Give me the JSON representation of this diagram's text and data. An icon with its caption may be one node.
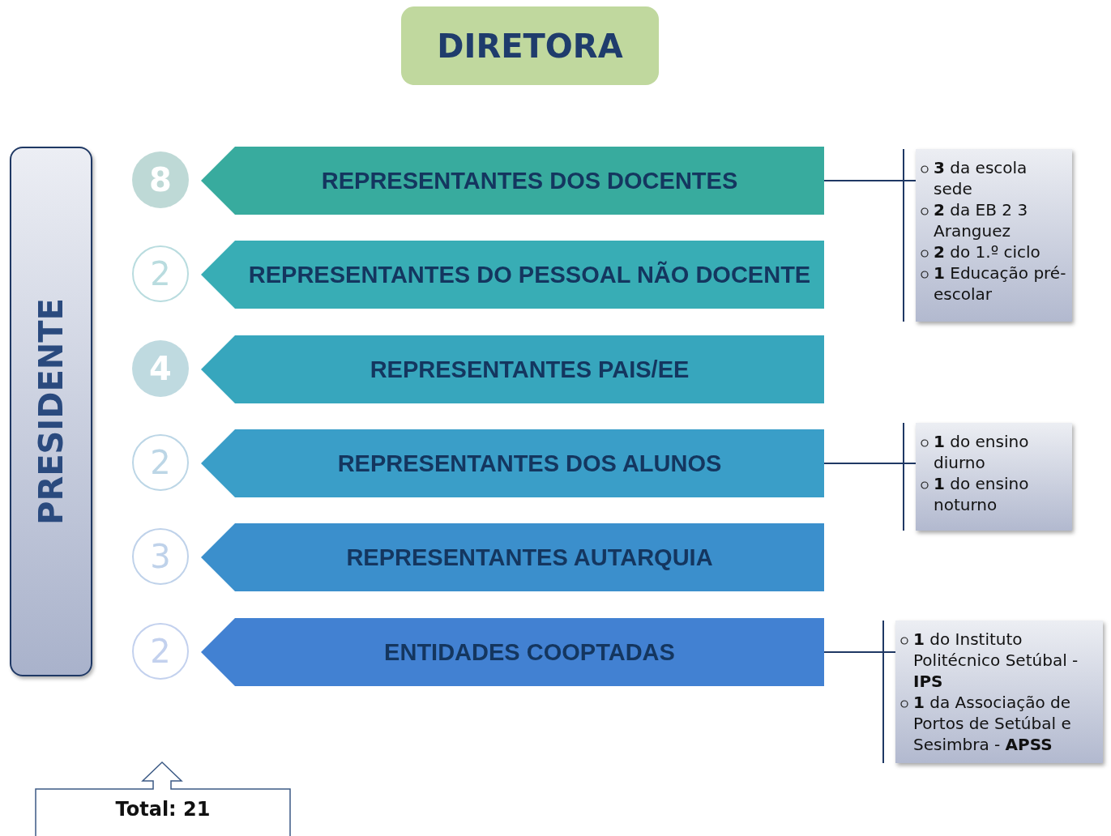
{
  "diagram": {
    "nodes": [
      {
        "text": [
          "DIRETORA"
        ]
      },
      {
        "text": [
          "PRESIDENTE"
        ]
      },
      {
        "text": [
          "REPRESENTANTES DOS DOCENTES"
        ]
      },
      {
        "text": [
          "REPRESENTANTES DO PESSOAL NÃO DOCENTE"
        ]
      },
      {
        "text": [
          "REPRESENTANTES PAIS/EE"
        ]
      },
      {
        "text": [
          "REPRESENTANTES DOS ALUNOS"
        ]
      },
      {
        "text": [
          "REPRESENTANTES AUTARQUIA"
        ]
      },
      {
        "text": [
          "ENTIDADES COOPTADAS"
        ]
      },
      {
        "text": [
          "8"
        ]
      },
      {
        "text": [
          "2"
        ]
      },
      {
        "text": [
          "4"
        ]
      },
      {
        "text": [
          "2"
        ]
      },
      {
        "text": [
          "3"
        ]
      },
      {
        "text": [
          "2"
        ]
      },
      {
        "text": [
          "**3** da escola sede",
          "**2** da EB 2 3 Aranguez",
          "**2** do 1.º ciclo",
          "**1** Educação pré-escolar"
        ]
      },
      {
        "text": [
          "**1** do ensino diurno",
          "**1** do ensino noturno"
        ]
      },
      {
        "text": [
          "**1** do Instituto Politécnico Setúbal - **IPS**",
          "**1** da Associação de Portos de Setúbal e Sesimbra - **APSS**"
        ]
      },
      {
        "text": [
          "Total: 21"
        ]
      }
    ],
    "edges": [
      {
        "from": 2,
        "to": 14,
        "arrow": "none"
      },
      {
        "from": 5,
        "to": 15,
        "arrow": "none"
      },
      {
        "from": 7,
        "to": 16,
        "arrow": "none"
      }
    ]
  }
}
